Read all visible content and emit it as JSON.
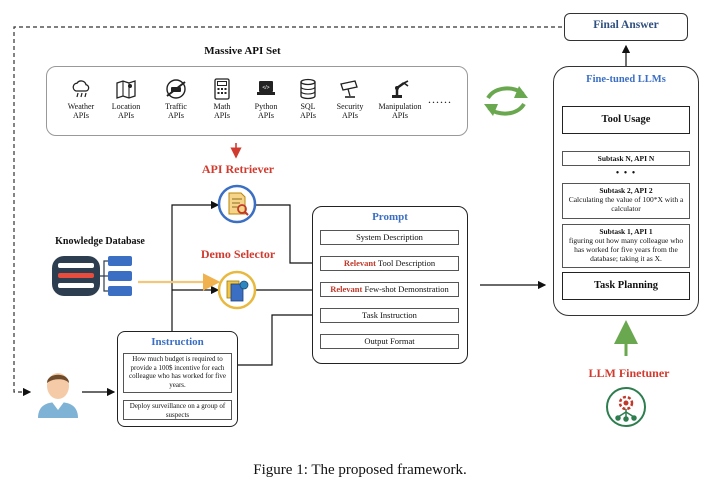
{
  "api_set": {
    "title": "Massive API Set",
    "items": [
      {
        "line1": "Weather",
        "line2": "APIs",
        "icon": "cloud-rain-icon"
      },
      {
        "line1": "Location",
        "line2": "APIs",
        "icon": "map-icon"
      },
      {
        "line1": "Traffic",
        "line2": "APIs",
        "icon": "traffic-icon"
      },
      {
        "line1": "Math",
        "line2": "APIs",
        "icon": "calculator-icon"
      },
      {
        "line1": "Python",
        "line2": "APIs",
        "icon": "python-laptop-icon"
      },
      {
        "line1": "SQL",
        "line2": "APIs",
        "icon": "database-icon"
      },
      {
        "line1": "Security",
        "line2": "APIs",
        "icon": "camera-icon"
      },
      {
        "line1": "Manipulation",
        "line2": "APIs",
        "icon": "robot-arm-icon"
      }
    ],
    "ellipsis": "......"
  },
  "api_retriever": {
    "label": "API Retriever",
    "icon": "document-search-icon"
  },
  "demo_selector": {
    "label": "Demo Selector",
    "icon": "demo-cards-icon"
  },
  "knowledge": {
    "label": "Knowledge Database",
    "icon": "server-database-icon"
  },
  "prompt": {
    "title": "Prompt",
    "rows": [
      {
        "prefix": "",
        "text": "System Description"
      },
      {
        "prefix": "Relevant",
        "text": " Tool Description"
      },
      {
        "prefix": "Relevant",
        "text": " Few-shot Demonstration"
      },
      {
        "prefix": "",
        "text": "Task Instruction"
      },
      {
        "prefix": "",
        "text": "Output Format"
      }
    ]
  },
  "instruction": {
    "title": "Instruction",
    "items": [
      "How much budget is required to provide a 100$ incentive for each colleague who has worked for five years.",
      "Deploy surveillance on a group of suspects"
    ]
  },
  "final_answer": "Final Answer",
  "llms": {
    "title": "Fine-tuned LLMs",
    "tool_usage": "Tool Usage",
    "subtask_n": "Subtask N, API N",
    "dots": "• • •",
    "subtask_2_head": "Subtask 2, API 2",
    "subtask_2_body": "Calculating the value of 100*X with a calculator",
    "subtask_1_head": "Subtask 1, API 1",
    "subtask_1_body": "figuring out how many colleague who has worked for five years from the database; taking it as X.",
    "task_planning": "Task Planning"
  },
  "finetuner": {
    "label": "LLM Finetuner",
    "icon": "gear-network-icon"
  },
  "caption": "Figure 1: The proposed framework.",
  "colors": {
    "accent_blue": "#3b6fc4",
    "accent_red": "#d13b2f",
    "green_arrow": "#6aa84f",
    "orange_arrow": "#f3c77a"
  }
}
